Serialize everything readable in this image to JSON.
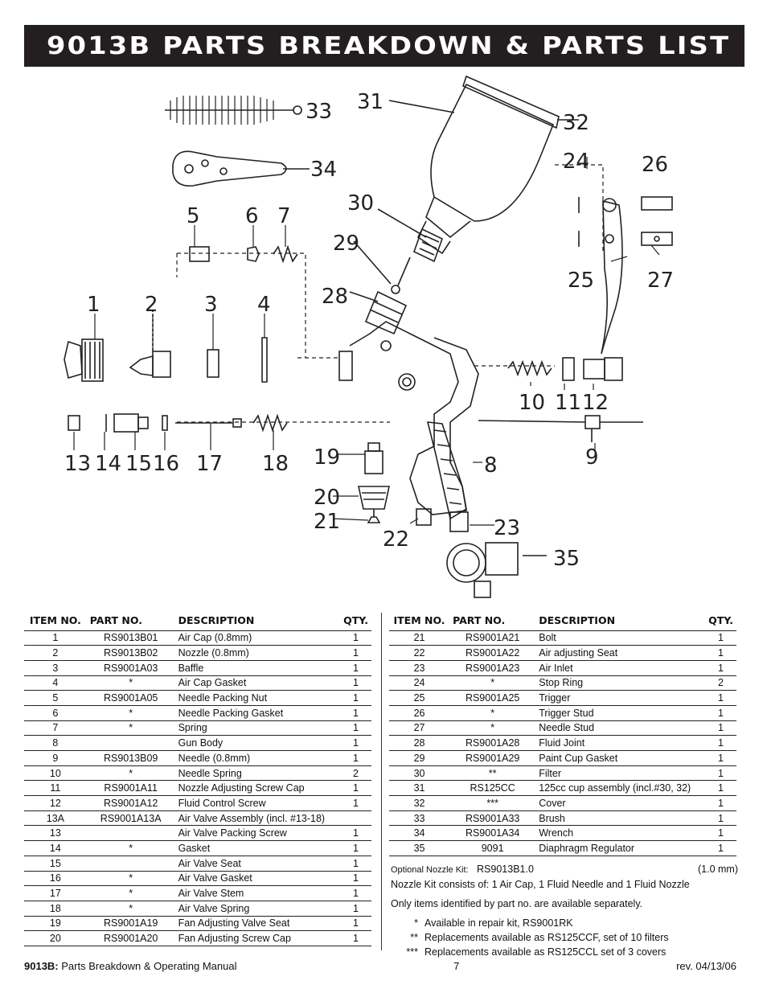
{
  "page": {
    "title": "9013B PARTS BREAKDOWN & PARTS LIST"
  },
  "diagram": {
    "callouts": [
      "1",
      "2",
      "3",
      "4",
      "5",
      "6",
      "7",
      "8",
      "9",
      "10",
      "11",
      "12",
      "13",
      "14",
      "15",
      "16",
      "17",
      "18",
      "19",
      "20",
      "21",
      "22",
      "23",
      "24",
      "25",
      "26",
      "27",
      "28",
      "29",
      "30",
      "31",
      "32",
      "33",
      "34",
      "35"
    ]
  },
  "table": {
    "headers": {
      "item": "ITEM NO.",
      "part": "PART NO.",
      "desc": "DESCRIPTION",
      "qty": "QTY."
    },
    "left_rows": [
      {
        "item": "1",
        "part": "RS9013B01",
        "desc": "Air Cap (0.8mm)",
        "qty": "1"
      },
      {
        "item": "2",
        "part": "RS9013B02",
        "desc": "Nozzle (0.8mm)",
        "qty": "1"
      },
      {
        "item": "3",
        "part": "RS9001A03",
        "desc": "Baffle",
        "qty": "1"
      },
      {
        "item": "4",
        "part": "*",
        "desc": "Air Cap Gasket",
        "qty": "1"
      },
      {
        "item": "5",
        "part": "RS9001A05",
        "desc": "Needle Packing Nut",
        "qty": "1"
      },
      {
        "item": "6",
        "part": "*",
        "desc": "Needle Packing Gasket",
        "qty": "1"
      },
      {
        "item": "7",
        "part": "*",
        "desc": "Spring",
        "qty": "1"
      },
      {
        "item": "8",
        "part": "",
        "desc": "Gun Body",
        "qty": "1"
      },
      {
        "item": "9",
        "part": "RS9013B09",
        "desc": "Needle (0.8mm)",
        "qty": "1"
      },
      {
        "item": "10",
        "part": "*",
        "desc": "Needle Spring",
        "qty": "2"
      },
      {
        "item": "11",
        "part": "RS9001A11",
        "desc": "Nozzle Adjusting Screw Cap",
        "qty": "1"
      },
      {
        "item": "12",
        "part": "RS9001A12",
        "desc": "Fluid Control Screw",
        "qty": "1"
      },
      {
        "item": "13A",
        "part": "RS9001A13A",
        "desc": "Air Valve Assembly (incl. #13-18)",
        "qty": ""
      },
      {
        "item": "13",
        "part": "",
        "desc": "Air Valve Packing Screw",
        "qty": "1"
      },
      {
        "item": "14",
        "part": "*",
        "desc": "Gasket",
        "qty": "1"
      },
      {
        "item": "15",
        "part": "",
        "desc": "Air Valve Seat",
        "qty": "1"
      },
      {
        "item": "16",
        "part": "*",
        "desc": "Air Valve Gasket",
        "qty": "1"
      },
      {
        "item": "17",
        "part": "*",
        "desc": "Air Valve Stem",
        "qty": "1"
      },
      {
        "item": "18",
        "part": "*",
        "desc": "Air Valve Spring",
        "qty": "1"
      },
      {
        "item": "19",
        "part": "RS9001A19",
        "desc": "Fan Adjusting Valve Seat",
        "qty": "1"
      },
      {
        "item": "20",
        "part": "RS9001A20",
        "desc": "Fan Adjusting Screw Cap",
        "qty": "1"
      }
    ],
    "right_rows": [
      {
        "item": "21",
        "part": "RS9001A21",
        "desc": "Bolt",
        "qty": "1"
      },
      {
        "item": "22",
        "part": "RS9001A22",
        "desc": "Air adjusting Seat",
        "qty": "1"
      },
      {
        "item": "23",
        "part": "RS9001A23",
        "desc": "Air Inlet",
        "qty": "1"
      },
      {
        "item": "24",
        "part": "*",
        "desc": "Stop Ring",
        "qty": "2"
      },
      {
        "item": "25",
        "part": "RS9001A25",
        "desc": "Trigger",
        "qty": "1"
      },
      {
        "item": "26",
        "part": "*",
        "desc": "Trigger Stud",
        "qty": "1"
      },
      {
        "item": "27",
        "part": "*",
        "desc": "Needle Stud",
        "qty": "1"
      },
      {
        "item": "28",
        "part": "RS9001A28",
        "desc": "Fluid Joint",
        "qty": "1"
      },
      {
        "item": "29",
        "part": "RS9001A29",
        "desc": "Paint Cup Gasket",
        "qty": "1"
      },
      {
        "item": "30",
        "part": "**",
        "desc": "Filter",
        "qty": "1"
      },
      {
        "item": "31",
        "part": "RS125CC",
        "desc": "125cc cup assembly (incl.#30, 32)",
        "qty": "1"
      },
      {
        "item": "32",
        "part": "***",
        "desc": "Cover",
        "qty": "1"
      },
      {
        "item": "33",
        "part": "RS9001A33",
        "desc": "Brush",
        "qty": "1"
      },
      {
        "item": "34",
        "part": "RS9001A34",
        "desc": "Wrench",
        "qty": "1"
      },
      {
        "item": "35",
        "part": "9091",
        "desc": "Diaphragm Regulator",
        "qty": "1"
      }
    ]
  },
  "notes": {
    "optional_label": "Optional Nozzle Kit:",
    "optional_part": "RS9013B1.0",
    "optional_size": "(1.0 mm)",
    "kit_contents": "Nozzle Kit consists of:  1 Air Cap, 1 Fluid Needle and 1 Fluid Nozzle",
    "availability": "Only items identified by part no. are available separately.",
    "footnotes": [
      {
        "mark": "*",
        "text": "Available in repair kit, RS9001RK"
      },
      {
        "mark": "**",
        "text": "Replacements available as RS125CCF, set of 10 filters"
      },
      {
        "mark": "***",
        "text": "Replacements available as RS125CCL set of 3 covers"
      }
    ]
  },
  "footer": {
    "model": "9013B:",
    "manual": "Parts Breakdown & Operating Manual",
    "page_number": "7",
    "revision": "rev. 04/13/06"
  }
}
